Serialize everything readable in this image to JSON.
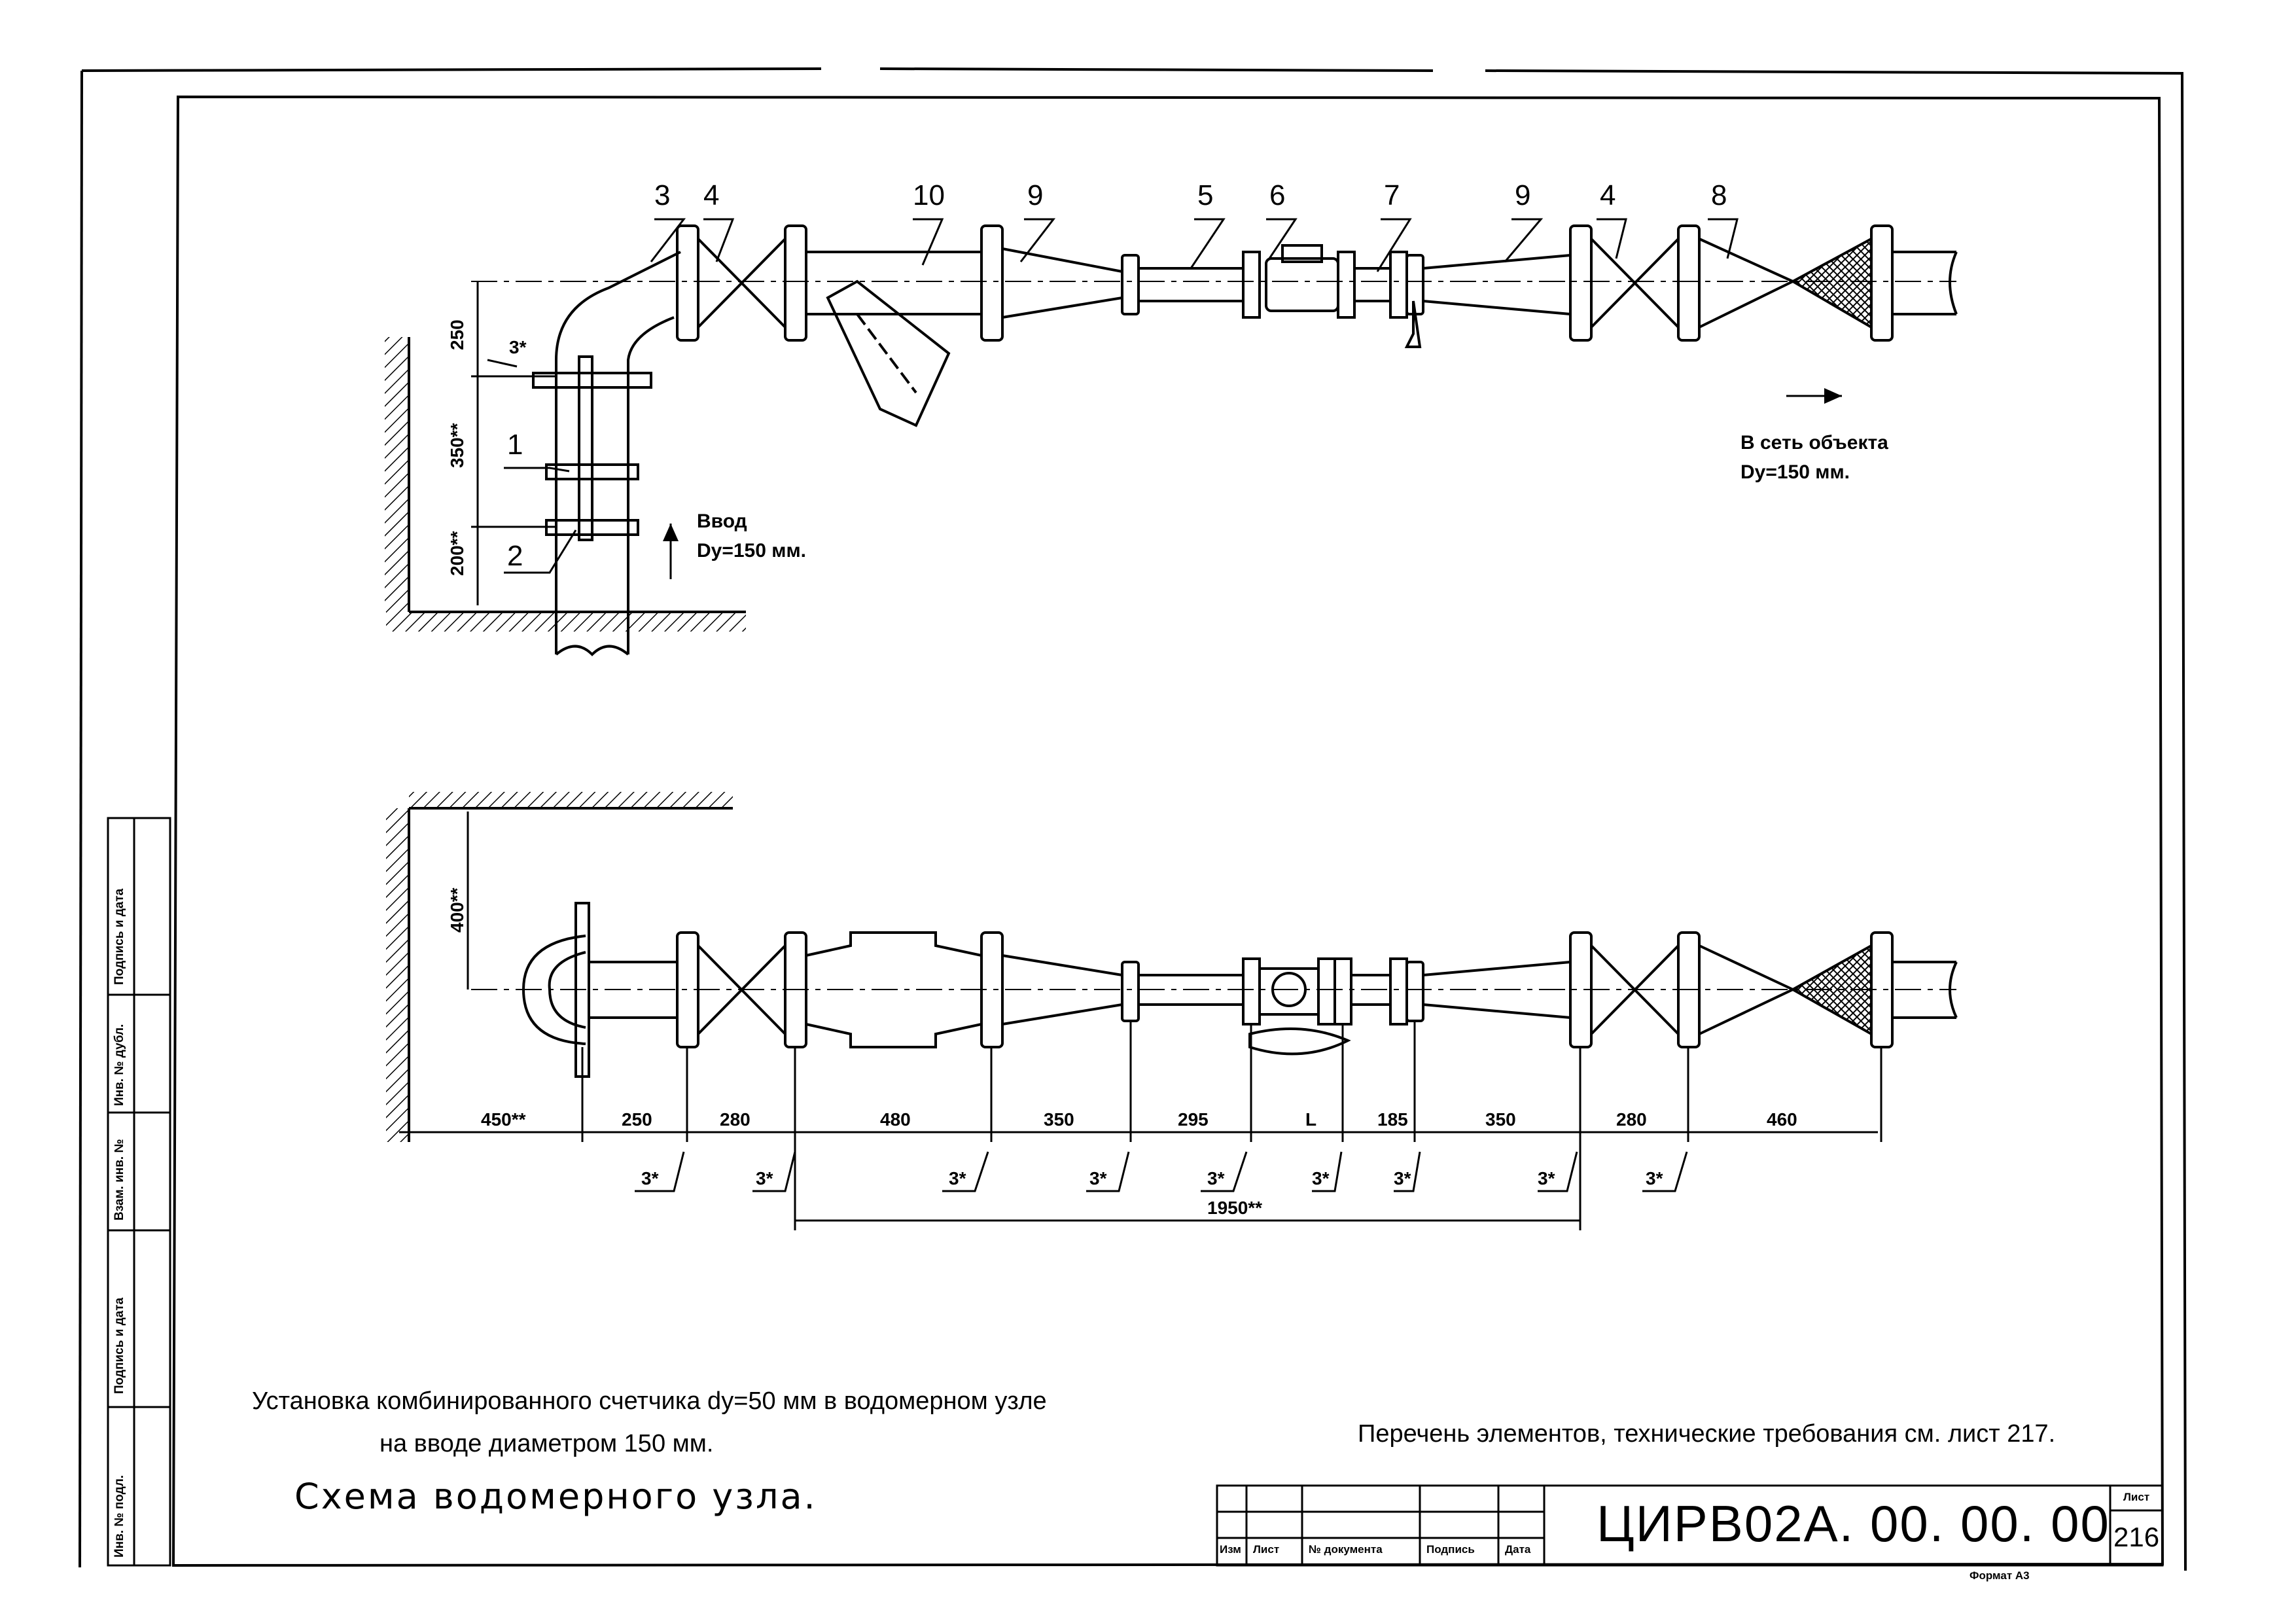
{
  "top_view": {
    "callouts": [
      "3",
      "4",
      "10",
      "9",
      "5",
      "6",
      "7",
      "9",
      "4",
      "8"
    ],
    "left_callouts": [
      "1",
      "2"
    ],
    "weld": "3*",
    "vertical_dims": [
      "250",
      "350**",
      "200**"
    ],
    "inlet_label": "Ввод",
    "inlet_size": "Dy=150 мм.",
    "outlet_label": "В сеть объекта",
    "outlet_size": "Dy=150 мм."
  },
  "plan_view": {
    "wall_dim": "400**",
    "dims": [
      "450**",
      "250",
      "280",
      "480",
      "350",
      "295",
      "L",
      "185",
      "350",
      "280",
      "460"
    ],
    "weld_marks": [
      "3*",
      "3*",
      "3*",
      "3*",
      "3*",
      "3*",
      "3*",
      "3*",
      "3*"
    ],
    "overall_dim": "1950**"
  },
  "caption_line1": "Установка комбинированного счетчика dy=50 мм в водомерном узле",
  "caption_line2": "на вводе диаметром 150 мм.",
  "scheme_title": "Схема водомерного узла.",
  "reference_note": "Перечень элементов, технические требования см. лист 217.",
  "title_block": {
    "col_labels": [
      "Изм",
      "Лист",
      "№ документа",
      "Подпись",
      "Дата"
    ],
    "doc_code": "ЦИРВ02А. 00. 00. 00",
    "sheet_label": "Лист",
    "sheet_number": "216",
    "format_label": "Формат А3"
  },
  "side_stamp": [
    "Инв. № подл.",
    "Подпись и дата",
    "Взам. инв. №",
    "Инв. № дубл.",
    "Подпись и дата"
  ]
}
